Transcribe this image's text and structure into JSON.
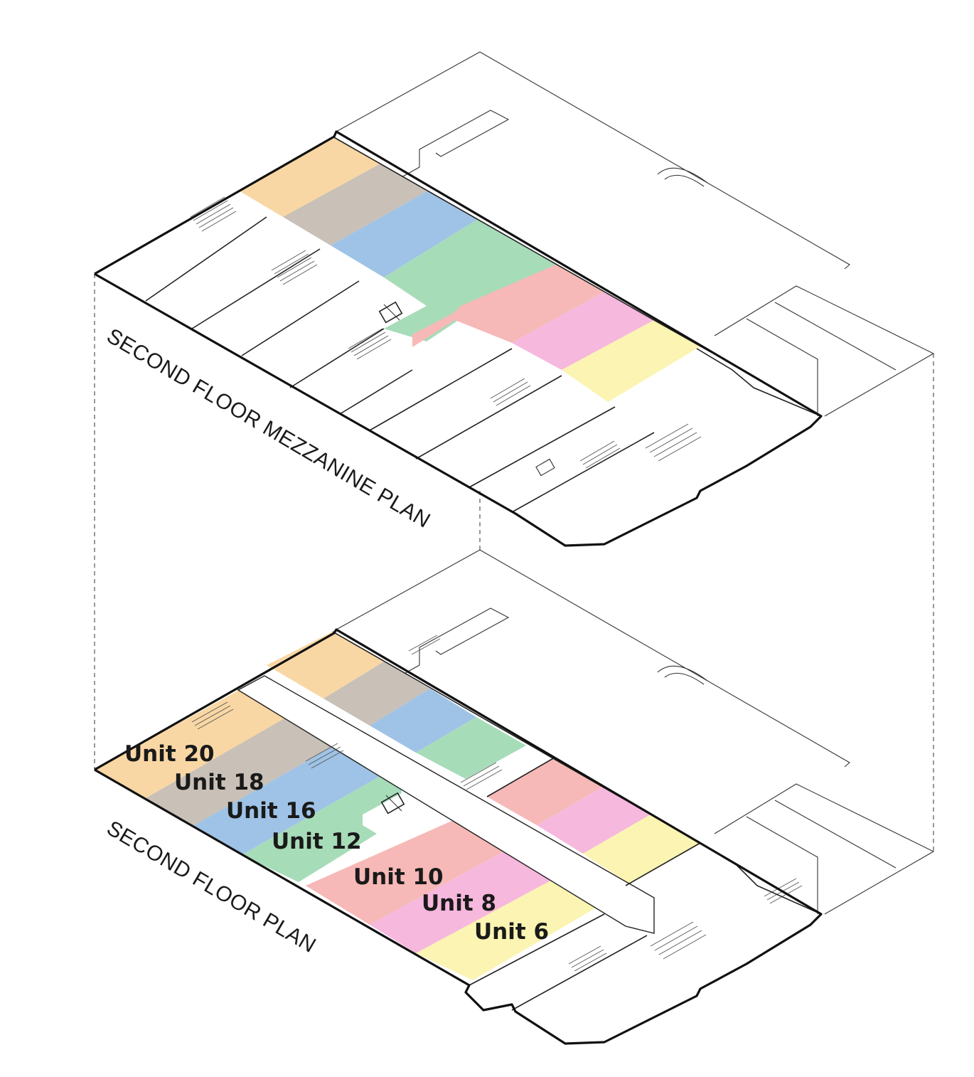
{
  "plans": {
    "mezzanine_label": "SECOND FLOOR MEZZANINE PLAN",
    "floor_label": "SECOND FLOOR PLAN"
  },
  "units": [
    {
      "label": "Unit 20",
      "color": "#f9d7a4"
    },
    {
      "label": "Unit 18",
      "color": "#c9c0b7"
    },
    {
      "label": "Unit 16",
      "color": "#9fc3e6"
    },
    {
      "label": "Unit 12",
      "color": "#a7dcb8"
    },
    {
      "label": "Unit 10",
      "color": "#f6b9b7"
    },
    {
      "label": "Unit 8",
      "color": "#f6b8dd"
    },
    {
      "label": "Unit 6",
      "color": "#fbf4b2"
    }
  ]
}
